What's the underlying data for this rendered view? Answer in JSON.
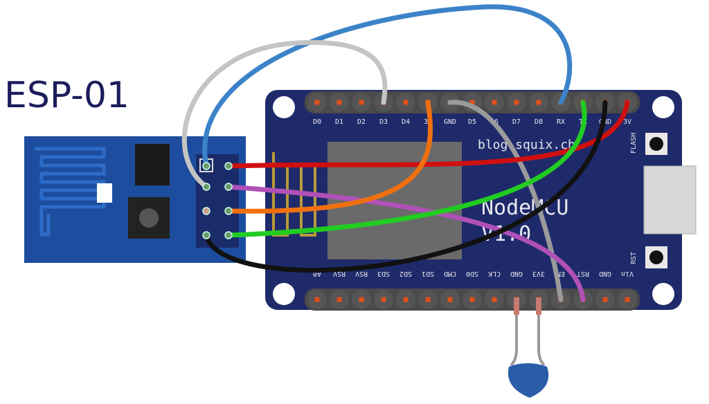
{
  "title": "ESP-01",
  "board": {
    "url_text": "blog.squix.ch",
    "name": "NodeMCU",
    "version": "V1.0",
    "flash_label": "FLASH",
    "rst_label": "RST",
    "top_pins": [
      "D0",
      "D1",
      "D2",
      "D3",
      "D4",
      "3V",
      "GND",
      "D5",
      "D6",
      "D7",
      "D8",
      "RX",
      "TX",
      "GND",
      "3V"
    ],
    "bottom_pins": [
      "A0",
      "RSV",
      "RSV",
      "SD3",
      "SD2",
      "SD1",
      "CMD",
      "SD0",
      "CLK",
      "GND",
      "3V3",
      "EN",
      "RST",
      "GND",
      "Vin"
    ]
  },
  "colors": {
    "nodemcu_board": "#1e2a6a",
    "esp01_board": "#1d4d9e",
    "wire_blue": "#3b82c8",
    "wire_white": "#ededea",
    "wire_red": "#d01010",
    "wire_purple": "#b050b8",
    "wire_orange": "#f07010",
    "wire_green": "#22cc22",
    "wire_black": "#111111",
    "wire_grey": "#9a9a9a",
    "capacitor": "#2a5ca8"
  }
}
